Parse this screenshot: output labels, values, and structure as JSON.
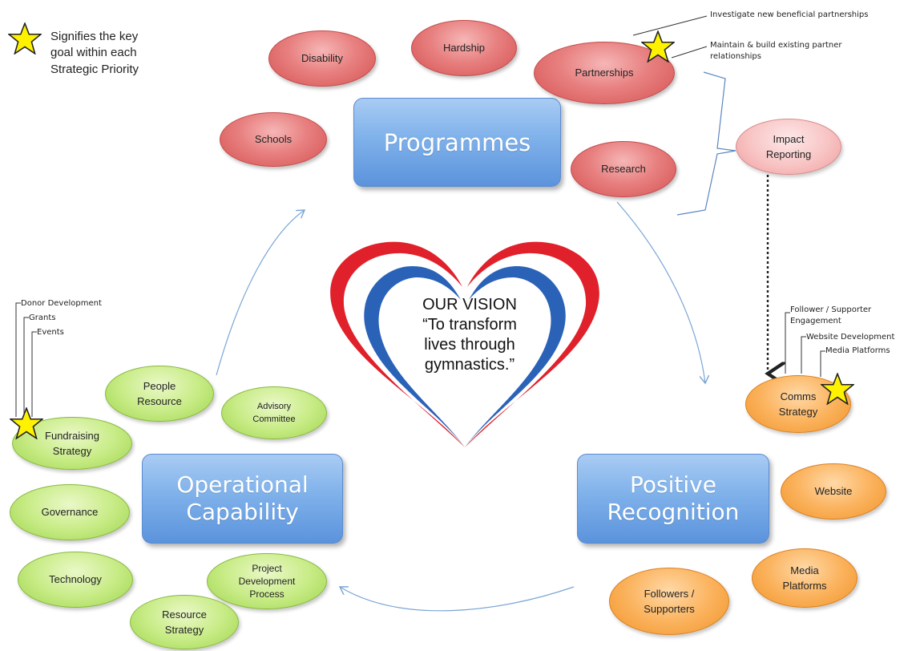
{
  "legend": {
    "text": "Signifies the key\ngoal within each\nStrategic Priority"
  },
  "vision": {
    "text": "OUR VISION\n“To transform\nlives through\ngymnastics.”"
  },
  "priorities": {
    "programmes": "Programmes",
    "operational": "Operational\nCapability",
    "recognition": "Positive\nRecognition"
  },
  "programmes_goals": {
    "disability": "Disability",
    "hardship": "Hardship",
    "partnerships": "Partnerships",
    "schools": "Schools",
    "research": "Research",
    "impact_reporting": "Impact\nReporting"
  },
  "partnership_notes": {
    "investigate": "Investigate new beneficial partnerships",
    "maintain": "Maintain & build existing partner\nrelationships"
  },
  "recognition_goals": {
    "comms": "Comms\nStrategy",
    "website": "Website",
    "media": "Media\nPlatforms",
    "followers": "Followers /\nSupporters"
  },
  "comms_notes": {
    "follower": "Follower /  Supporter\nEngagement",
    "website_dev": "Website Development",
    "media": "Media Platforms"
  },
  "operational_goals": {
    "people": "People\nResource",
    "advisory": "Advisory\nCommittee",
    "fundraising": "Fundraising\nStrategy",
    "governance": "Governance",
    "technology": "Technology",
    "project": "Project\nDevelopment\nProcess",
    "resource": "Resource\nStrategy"
  },
  "fundraising_notes": {
    "donor": "Donor Development",
    "grants": "Grants",
    "events": "Events"
  },
  "colors": {
    "programmes_goal": "#e06a6a",
    "impact": "#f8c3c3",
    "operational_goal": "#b8e46a",
    "recognition_goal": "#f7a845",
    "priority_box": "#7fb1ea",
    "heart_red": "#e0202a",
    "heart_blue": "#2a62b8",
    "star_fill": "#fff200"
  }
}
